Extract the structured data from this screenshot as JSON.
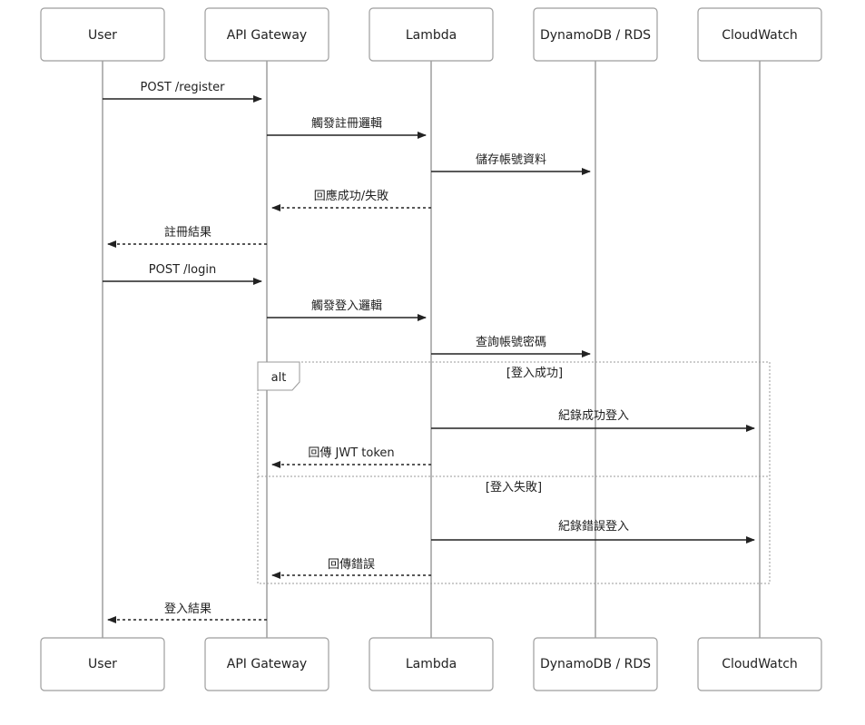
{
  "participants": [
    {
      "id": "user",
      "label": "User"
    },
    {
      "id": "gateway",
      "label": "API Gateway"
    },
    {
      "id": "lambda",
      "label": "Lambda"
    },
    {
      "id": "db",
      "label": "DynamoDB / RDS"
    },
    {
      "id": "cloudwatch",
      "label": "CloudWatch"
    }
  ],
  "messages": [
    {
      "from": "user",
      "to": "gateway",
      "label": "POST /register",
      "style": "solid"
    },
    {
      "from": "gateway",
      "to": "lambda",
      "label": "觸發註冊邏輯",
      "style": "solid"
    },
    {
      "from": "lambda",
      "to": "db",
      "label": "儲存帳號資料",
      "style": "solid"
    },
    {
      "from": "lambda",
      "to": "gateway",
      "label": "回應成功/失敗",
      "style": "dashed"
    },
    {
      "from": "gateway",
      "to": "user",
      "label": "註冊結果",
      "style": "dashed"
    },
    {
      "from": "user",
      "to": "gateway",
      "label": "POST /login",
      "style": "solid"
    },
    {
      "from": "gateway",
      "to": "lambda",
      "label": "觸發登入邏輯",
      "style": "solid"
    },
    {
      "from": "lambda",
      "to": "db",
      "label": "查詢帳號密碼",
      "style": "solid"
    },
    {
      "from": "lambda",
      "to": "cloudwatch",
      "label": "紀錄成功登入",
      "style": "solid"
    },
    {
      "from": "lambda",
      "to": "gateway",
      "label": "回傳 JWT token",
      "style": "dashed"
    },
    {
      "from": "lambda",
      "to": "cloudwatch",
      "label": "紀錄錯誤登入",
      "style": "solid"
    },
    {
      "from": "lambda",
      "to": "gateway",
      "label": "回傳錯誤",
      "style": "dashed"
    },
    {
      "from": "gateway",
      "to": "user",
      "label": "登入結果",
      "style": "dashed"
    }
  ],
  "fragment": {
    "kind": "alt",
    "conditions": [
      "[登入成功]",
      "[登入失敗]"
    ]
  },
  "colors": {
    "line": "#222222",
    "box_border": "#9e9e9e",
    "frame_border": "#9a9a9a"
  }
}
